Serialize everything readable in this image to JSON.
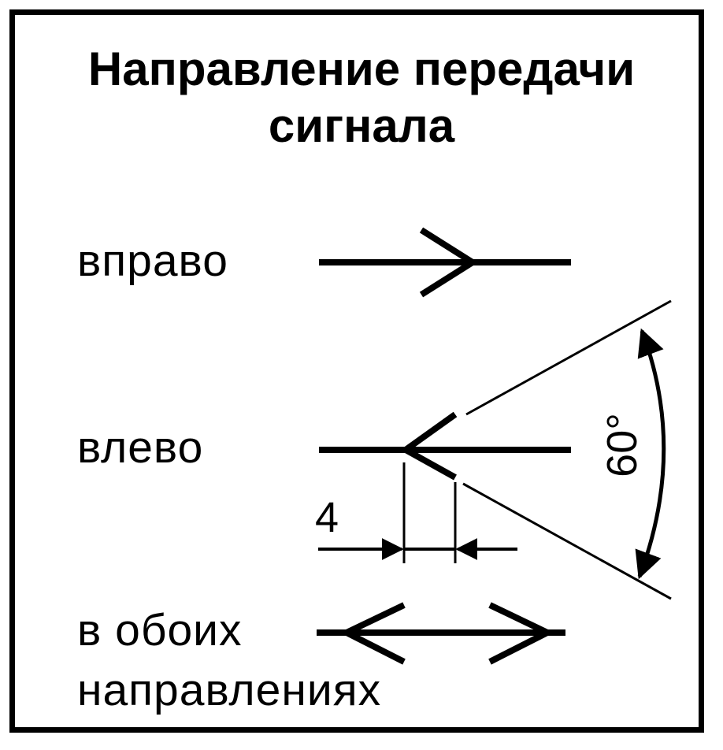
{
  "title": {
    "line1": "Направление передачи",
    "line2": "сигнала"
  },
  "rows": {
    "right": "вправо",
    "left": "влево",
    "both_line1": "в обоих",
    "both_line2": "направлениях"
  },
  "dimensions": {
    "length": "4",
    "angle": "60°"
  },
  "colors": {
    "ink": "#000000",
    "paper": "#ffffff"
  }
}
